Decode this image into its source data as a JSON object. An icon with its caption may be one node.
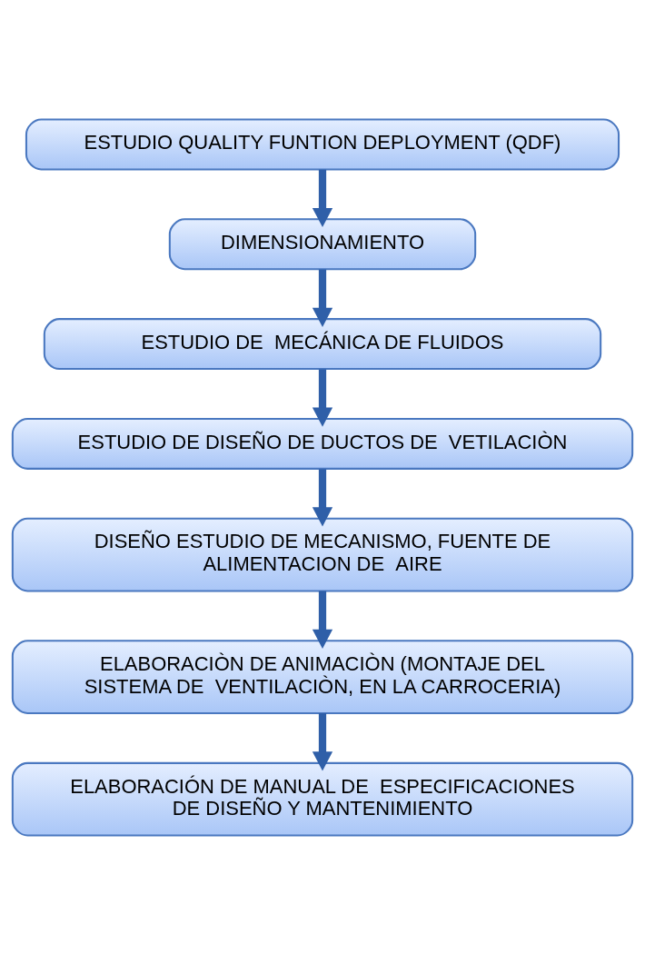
{
  "diagram": {
    "nodes": [
      {
        "text": [
          "ESTUDIO QUALITY FUNTION DEPLOYMENT (QDF)"
        ]
      },
      {
        "text": [
          "DIMENSIONAMIENTO"
        ]
      },
      {
        "text": [
          "ESTUDIO DE  MECÁNICA DE FLUIDOS"
        ]
      },
      {
        "text": [
          "ESTUDIO DE DISEÑO DE DUCTOS DE  VETILACIÒN"
        ]
      },
      {
        "text": [
          "DISEÑO ESTUDIO DE MECANISMO, FUENTE DE ALIMENTACION DE  AIRE"
        ]
      },
      {
        "text": [
          "ELABORACIÒN DE ANIMACIÒN (MONTAJE DEL SISTEMA DE  VENTILACIÒN, EN LA CARROCERIA)"
        ]
      },
      {
        "text": [
          "ELABORACIÓN DE MANUAL DE  ESPECIFICACIONES DE DISEÑO Y MANTENIMIENTO"
        ]
      }
    ],
    "edges": [
      {
        "from": 0,
        "to": 1,
        "arrow": "to"
      },
      {
        "from": 1,
        "to": 2,
        "arrow": "to"
      },
      {
        "from": 2,
        "to": 3,
        "arrow": "to"
      },
      {
        "from": 3,
        "to": 4,
        "arrow": "to"
      },
      {
        "from": 4,
        "to": 5,
        "arrow": "to"
      },
      {
        "from": 5,
        "to": 6,
        "arrow": "to"
      }
    ]
  }
}
